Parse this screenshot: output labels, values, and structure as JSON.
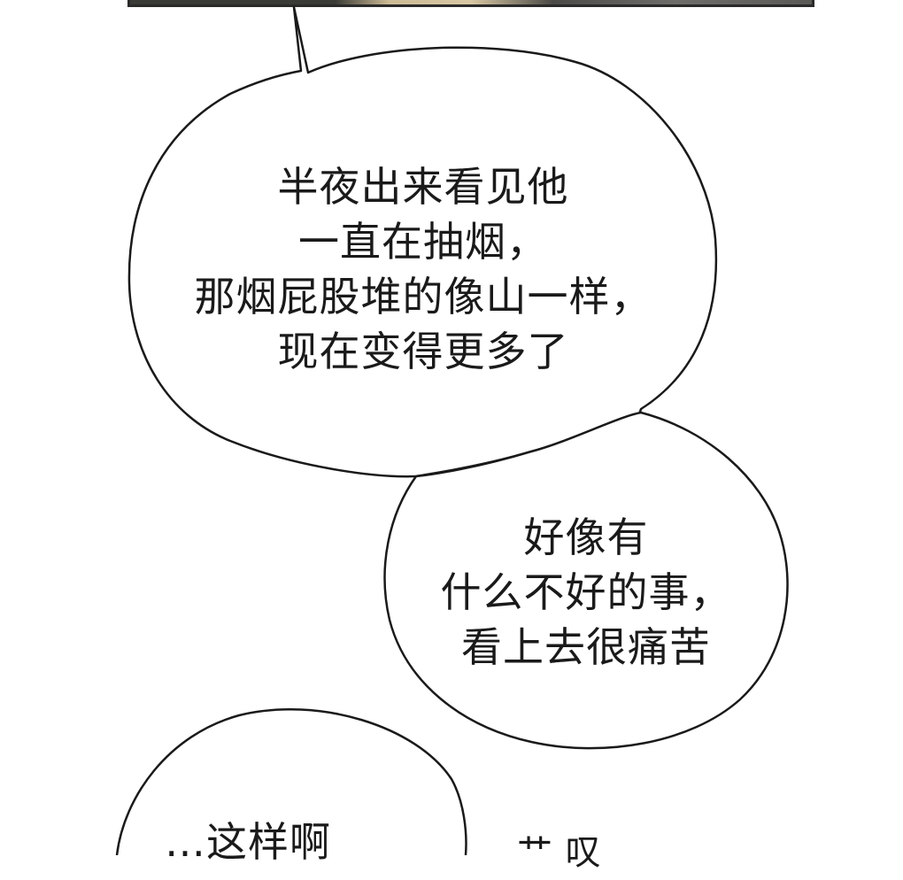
{
  "bubble_top": {
    "lines": [
      "半夜出来看见他",
      "一直在抽烟，",
      "那烟屁股堆的像山一样，",
      "现在变得更多了"
    ]
  },
  "bubble_middle": {
    "lines": [
      "好像有",
      "什么不好的事，",
      "看上去很痛苦"
    ]
  },
  "bubble_bottom": {
    "text": "…这样啊"
  },
  "sfx": {
    "text": "艹 叹"
  },
  "colors": {
    "ink": "#1a1a1a",
    "background": "#ffffff",
    "panel_border": "#2a2a2a"
  }
}
